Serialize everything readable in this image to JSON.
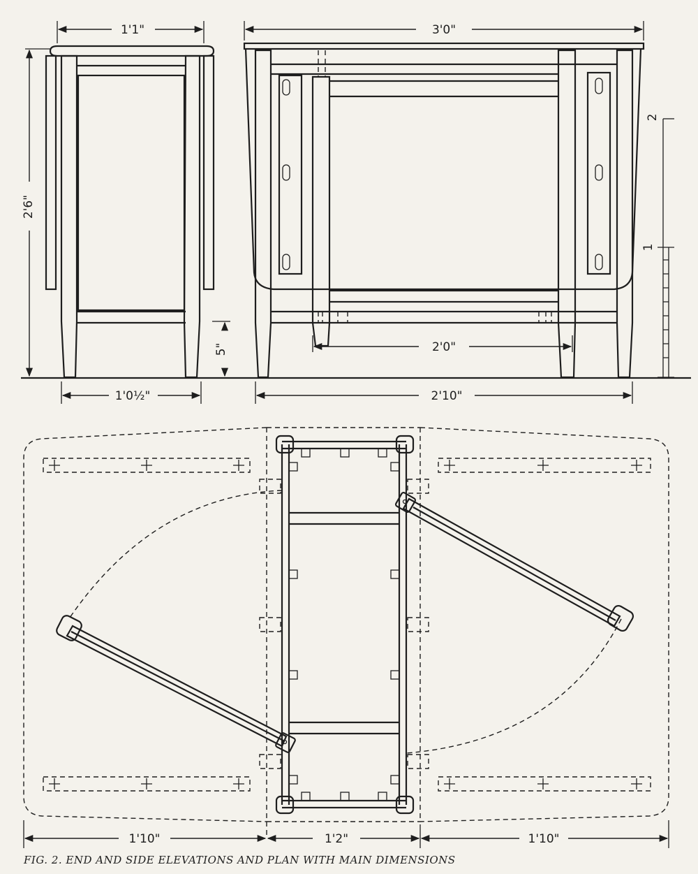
{
  "caption": "FIG. 2. END AND SIDE ELEVATIONS AND PLAN WITH MAIN DIMENSIONS",
  "end_elevation": {
    "top_width": "1'1\"",
    "height": "2'6\"",
    "base_width": "1'0½\"",
    "rail_height": "5\""
  },
  "side_elevation": {
    "top_length": "3'0\"",
    "base_length": "2'10\"",
    "rail_span": "2'0\""
  },
  "plan": {
    "left_leaf": "1'10\"",
    "centre": "1'2\"",
    "right_leaf": "1'10\""
  },
  "scale_bar": {
    "labels": [
      "2",
      "1"
    ]
  }
}
